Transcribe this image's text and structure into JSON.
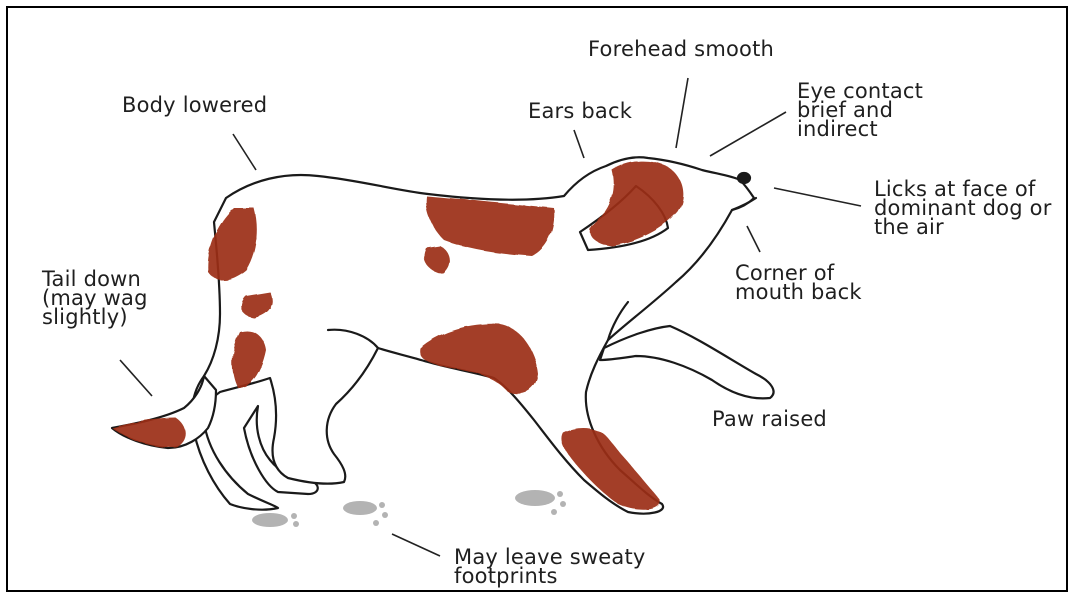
{
  "labels": {
    "body_lowered": "Body lowered",
    "ears_back": "Ears back",
    "forehead_smooth": "Forehead smooth",
    "eye_contact": "Eye contact\nbrief and\nindirect",
    "licks": "Licks at face of\ndominant dog or\nthe air",
    "corner_mouth": "Corner of\nmouth back",
    "tail_down": "Tail down\n(may wag\nslightly)",
    "paw_raised": "Paw raised",
    "sweaty": "May leave sweaty\nfootprints"
  },
  "colors": {
    "patch": "#9c2e12",
    "outline": "#1a1a1a",
    "footprint": "#9a9a9a"
  }
}
